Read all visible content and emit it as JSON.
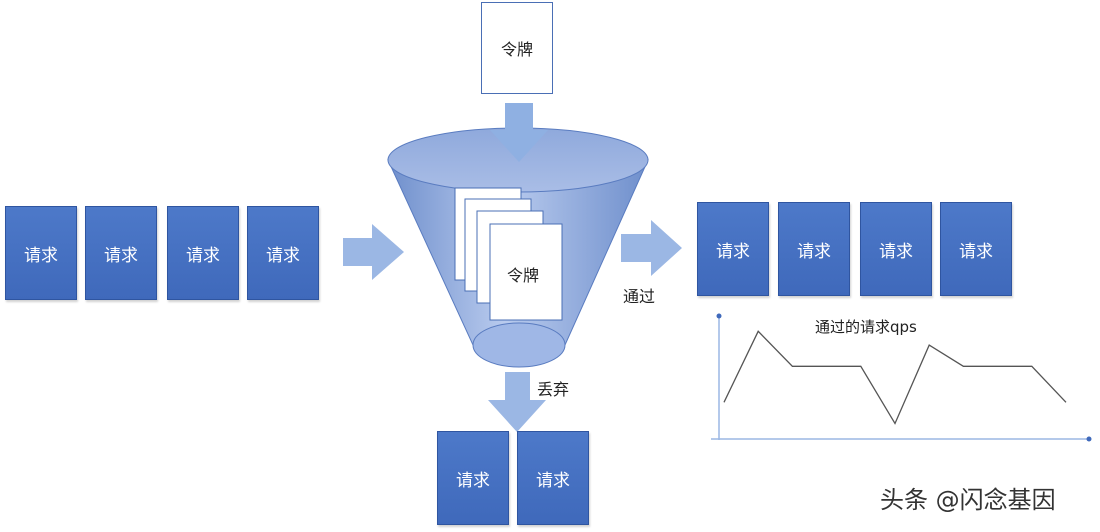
{
  "token_top": {
    "label": "令牌"
  },
  "funnel": {
    "token_label": "令牌"
  },
  "input_requests": [
    "请求",
    "请求",
    "请求",
    "请求"
  ],
  "passed_requests": [
    "请求",
    "请求",
    "请求",
    "请求"
  ],
  "dropped_requests": [
    "请求",
    "请求"
  ],
  "labels": {
    "pass": "通过",
    "discard": "丢弃"
  },
  "chart_data": {
    "type": "line",
    "title": "通过的请求qps",
    "xlabel": "",
    "ylabel": "",
    "grid": false,
    "series": [
      {
        "values": [
          0.28,
          0.95,
          0.62,
          0.62,
          0.62,
          0.08,
          0.82,
          0.62,
          0.62,
          0.62,
          0.28
        ]
      }
    ]
  },
  "watermark": "头条 @闪念基因",
  "colors": {
    "box_fill": "#4470c4",
    "arrow_fill": "#9bb7e4",
    "funnel_fill": "#7f9fd6"
  }
}
